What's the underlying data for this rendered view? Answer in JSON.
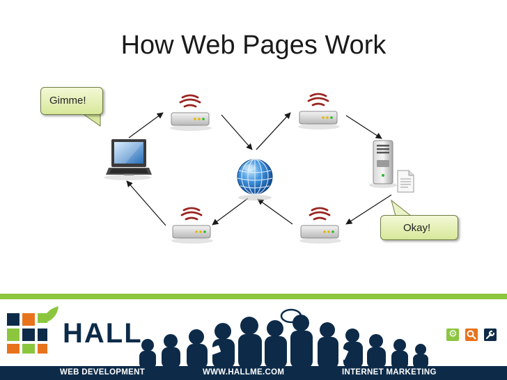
{
  "slide": {
    "title": "How Web Pages Work"
  },
  "bubbles": {
    "request": "Gimme!",
    "response": "Okay!"
  },
  "icons": {
    "client": "laptop-icon",
    "router": "wireless-router-icon",
    "internet": "globe-icon",
    "server": "server-icon",
    "page": "document-icon"
  },
  "footer": {
    "brand": "HALL",
    "left_label": "WEB DEVELOPMENT",
    "center_label": "WWW.HALLME.COM",
    "right_label": "INTERNET MARKETING"
  },
  "colors": {
    "accent_green": "#8cc63f",
    "navy": "#0d2b49",
    "orange": "#e8731d",
    "signal_red": "#9a2520"
  }
}
